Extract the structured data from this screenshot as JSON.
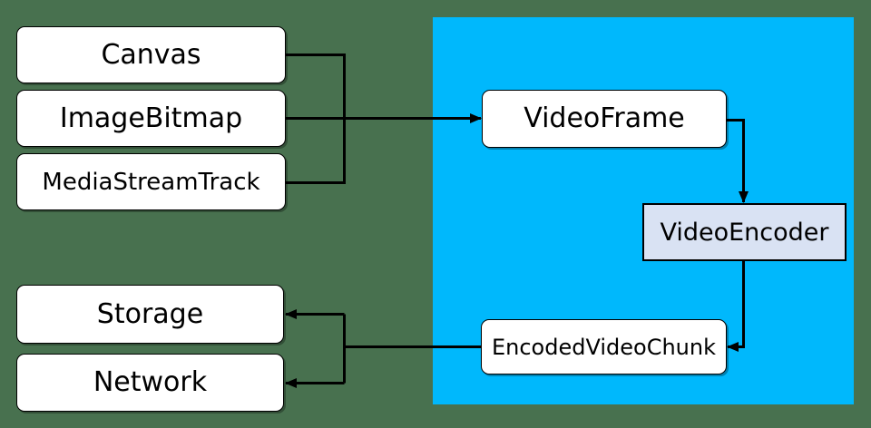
{
  "colors": {
    "background": "#48714F",
    "pipeline_region": "#00B8FC",
    "box_fill": "#FFFFFF",
    "encoder_fill": "#D9E2F3",
    "border": "#000000",
    "connector": "#000000",
    "text": "#000000"
  },
  "nodes": {
    "canvas": {
      "label": "Canvas"
    },
    "image_bitmap": {
      "label": "ImageBitmap"
    },
    "media_stream_track": {
      "label": "MediaStreamTrack"
    },
    "video_frame": {
      "label": "VideoFrame"
    },
    "video_encoder": {
      "label": "VideoEncoder"
    },
    "encoded_video_chunk": {
      "label": "EncodedVideoChunk"
    },
    "storage": {
      "label": "Storage"
    },
    "network": {
      "label": "Network"
    }
  }
}
